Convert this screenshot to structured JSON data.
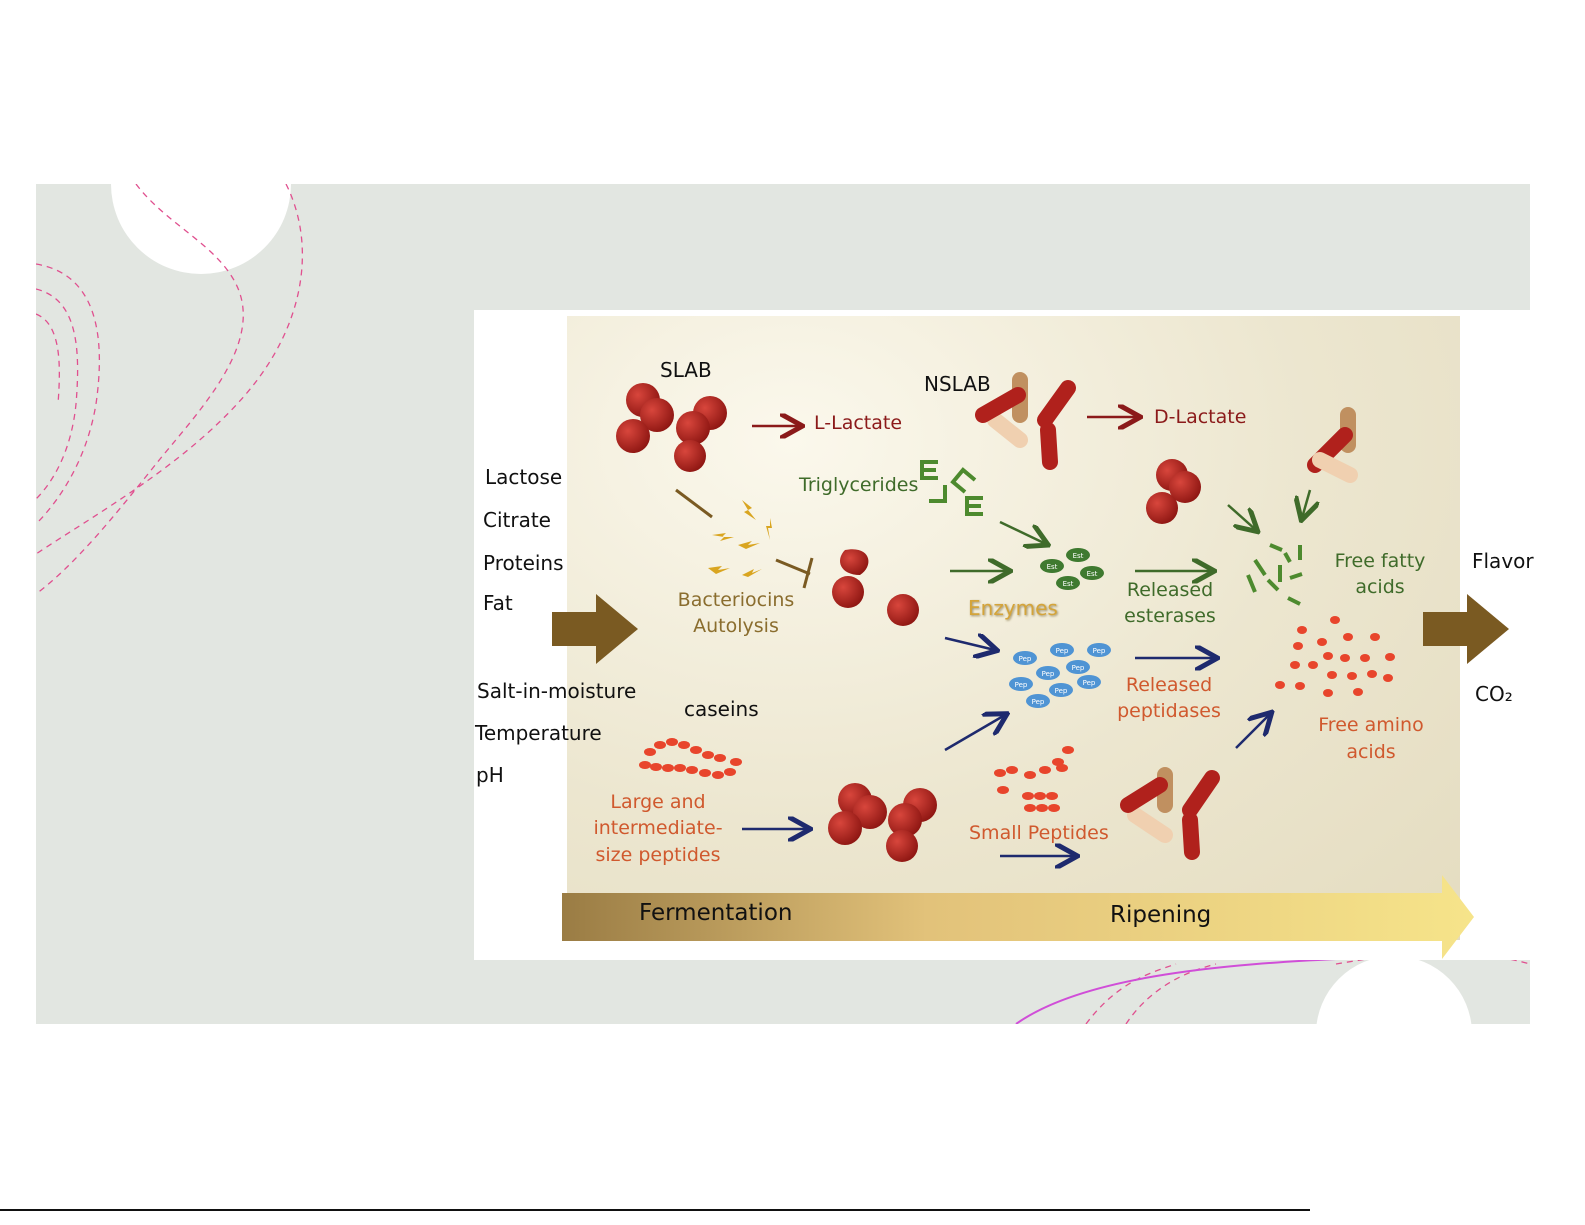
{
  "diagram": {
    "inputs": [
      "Lactose",
      "Citrate",
      "Proteins",
      "Fat"
    ],
    "conditions": [
      "Salt-in-moisture",
      "Temperature",
      "pH"
    ],
    "slab_label": "SLAB",
    "nslab_label": "NSLAB",
    "l_lactate": "L-Lactate",
    "d_lactate": "D-Lactate",
    "triglycerides": "Triglycerides",
    "bacteriocins": "Bacteriocins",
    "autolysis": "Autolysis",
    "enzymes": "Enzymes",
    "released_esterases": [
      "Released",
      "esterases"
    ],
    "released_peptidases": [
      "Released",
      "peptidases"
    ],
    "free_fatty_acids": [
      "Free fatty",
      "acids"
    ],
    "free_amino_acids": [
      "Free amino",
      "acids"
    ],
    "caseins": "caseins",
    "large_peptides": [
      "Large and",
      "intermediate-",
      "size peptides"
    ],
    "small_peptides": "Small Peptides",
    "outputs": [
      "Flavor",
      "CO₂"
    ],
    "timeline": [
      "Fermentation",
      "Ripening"
    ],
    "enzyme_tags": {
      "esterase": "Est",
      "peptidase": "Pep"
    }
  },
  "colors": {
    "slide_bg": "#e2e6e1",
    "accent_pink": "#e0508f",
    "cell_red": "#b0211c",
    "arrow_brown": "#7a5a22"
  }
}
